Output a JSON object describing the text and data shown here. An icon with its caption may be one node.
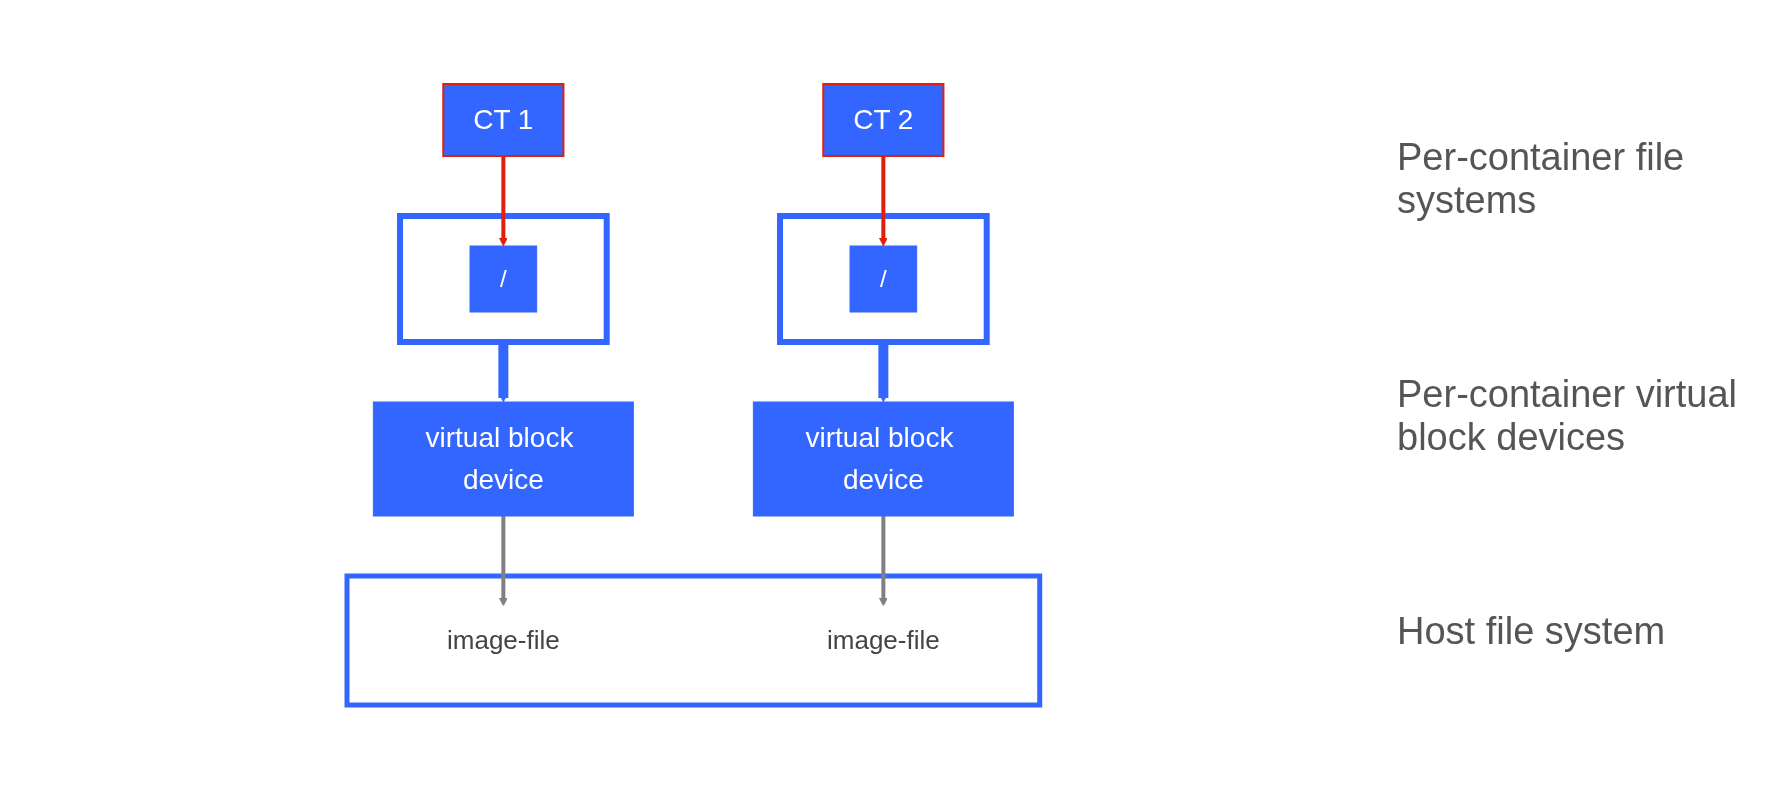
{
  "diagram": {
    "nodes": [
      {
        "text": [
          "CT 1"
        ]
      },
      {
        "text": [
          "CT 2"
        ]
      },
      {
        "text": [],
        "shape": "box"
      },
      {
        "text": [
          "/"
        ],
        "in": 2
      },
      {
        "text": [],
        "shape": "box"
      },
      {
        "text": [
          "/"
        ],
        "in": 4
      },
      {
        "text": [
          "virtual block device"
        ]
      },
      {
        "text": [
          "virtual block device"
        ]
      },
      {
        "text": [],
        "shape": "bar"
      },
      {
        "text": [
          "image-file"
        ],
        "in": 8
      },
      {
        "text": [
          "image-file"
        ],
        "in": 8
      }
    ],
    "edges": [
      {
        "from": 0,
        "to": 3,
        "arrow": "to",
        "color": "#e0200c"
      },
      {
        "from": 1,
        "to": 5,
        "arrow": "to",
        "color": "#e0200c"
      },
      {
        "from": 2,
        "to": 6,
        "arrow": "to",
        "style": "thick",
        "color": "#3366ff"
      },
      {
        "from": 4,
        "to": 7,
        "arrow": "to",
        "style": "thick",
        "color": "#3366ff"
      },
      {
        "from": 6,
        "to": 9,
        "arrow": "to",
        "color": "#808080"
      },
      {
        "from": 7,
        "to": 10,
        "arrow": "to",
        "color": "#808080"
      }
    ],
    "labels": [
      "Per-container file systems",
      "Per-container virtual block devices",
      "Host file system"
    ]
  }
}
